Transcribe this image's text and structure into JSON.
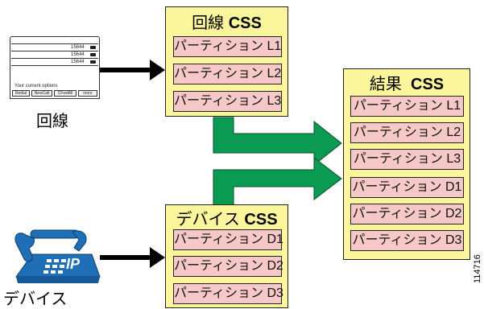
{
  "line_css": {
    "title_ja": "回線",
    "title_css": "CSS",
    "partitions": [
      "パーティション L1",
      "パーティション L2",
      "パーティション L3"
    ]
  },
  "device_css": {
    "title_ja": "デバイス",
    "title_css": "CSS",
    "partitions": [
      "パーティション D1",
      "パーティション D2",
      "パーティション D3"
    ]
  },
  "result_css": {
    "title_ja": "結果",
    "title_css": "CSS",
    "partitions": [
      "パーティション L1",
      "パーティション L2",
      "パーティション L3",
      "パーティション D1",
      "パーティション D2",
      "パーティション D3"
    ]
  },
  "line_phone": {
    "caption": "回線",
    "lines": [
      "15644",
      "15644",
      "15644"
    ],
    "status_text": "Your current options",
    "softkeys": [
      "Redial",
      "NewCall",
      "CFwdAll",
      "more"
    ]
  },
  "device_phone": {
    "caption": "デバイス",
    "badge": "IP"
  },
  "figure_number": "114716",
  "colors": {
    "panel_fill": "#fbf59c",
    "partition_fill": "#f7c8c8",
    "flow_arrow": "#0b9a52",
    "input_arrow": "#000000",
    "phone_blue": "#1f6fb7"
  }
}
